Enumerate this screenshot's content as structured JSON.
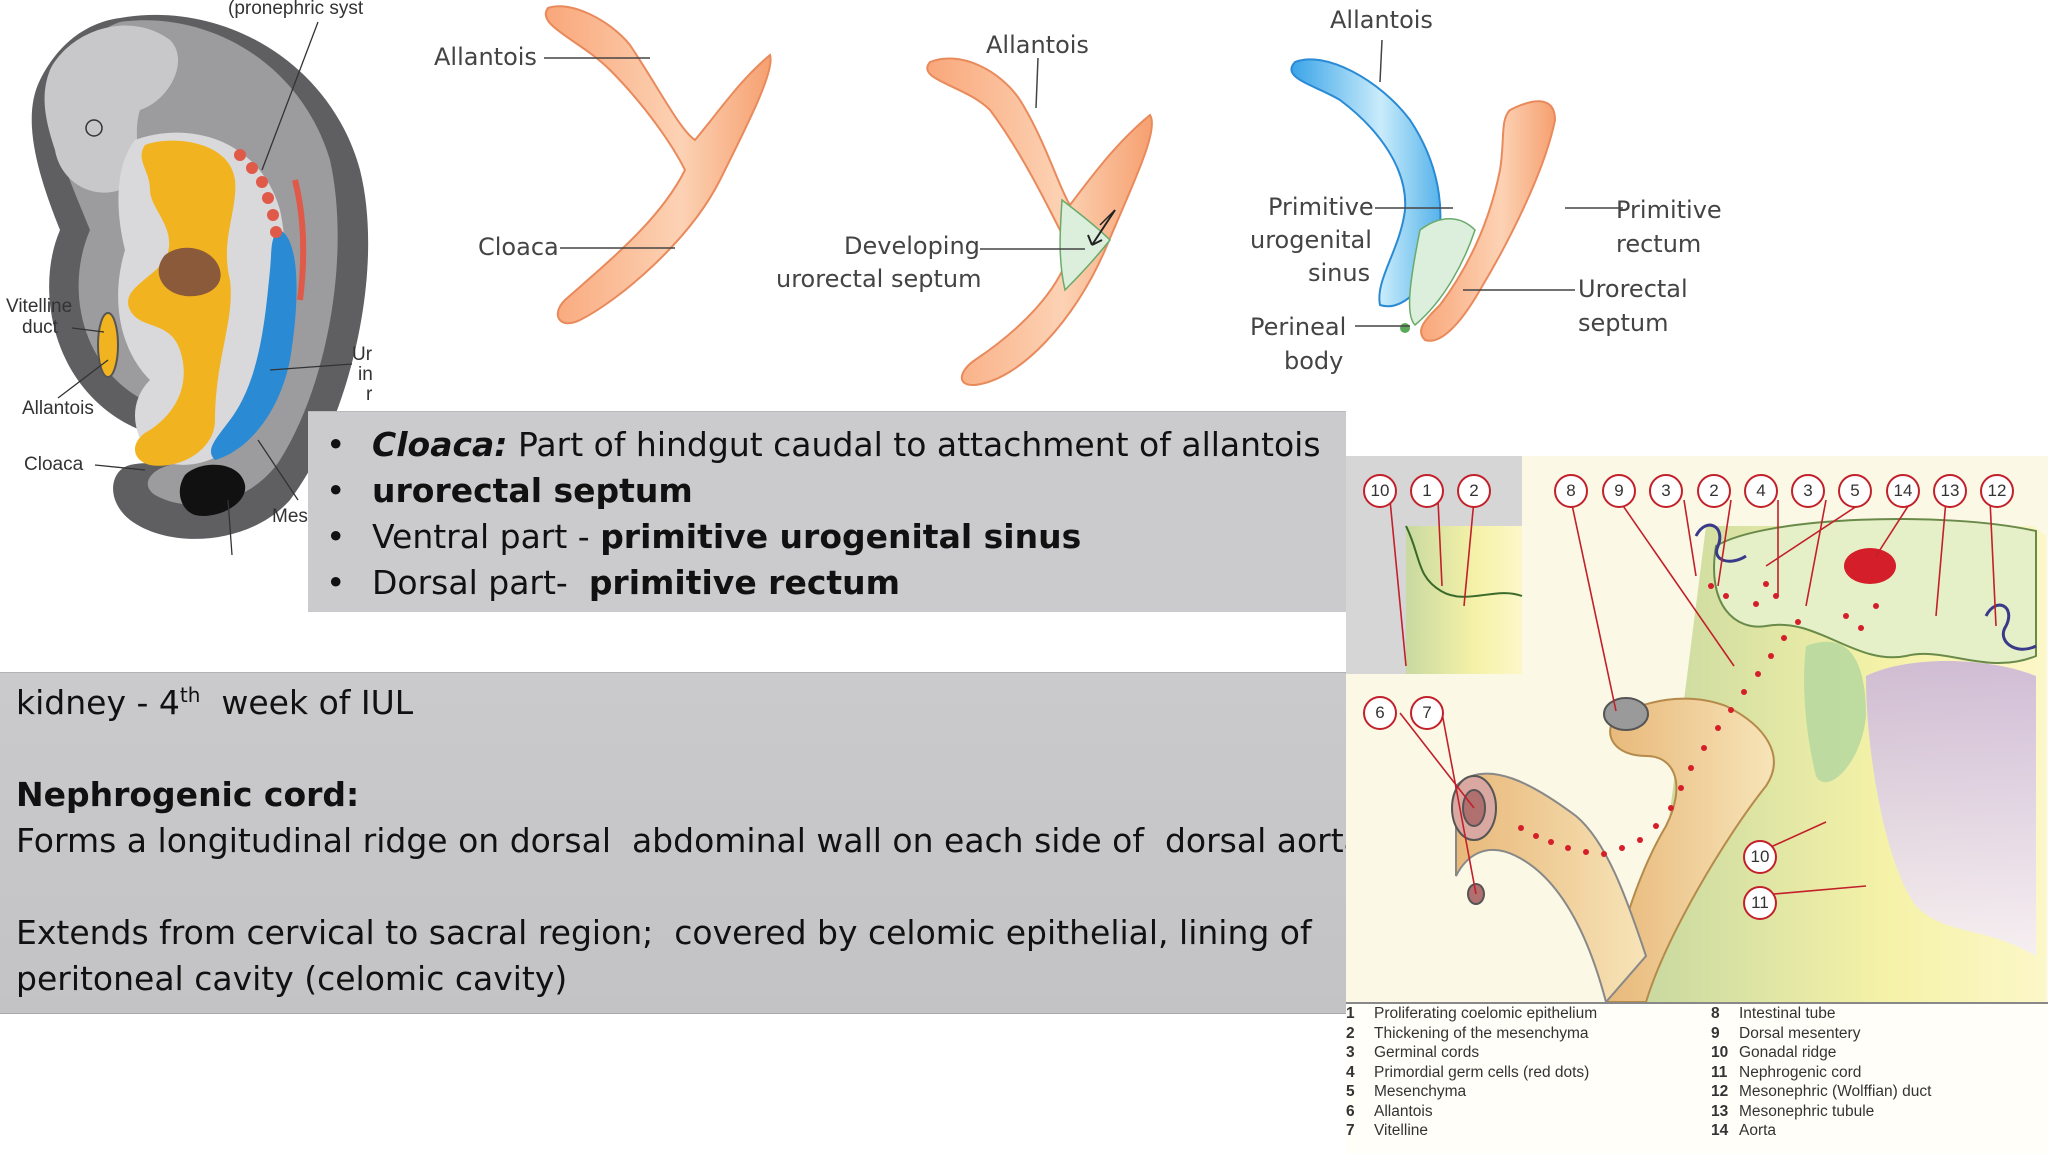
{
  "bullets": {
    "item1": {
      "label": "Cloaca:",
      "text": " Part of hindgut caudal to attachment of allantois"
    },
    "item2": {
      "text": "urorectal septum"
    },
    "item3": {
      "prefix": "Ventral part - ",
      "bold": "primitive urogenital sinus"
    },
    "item4": {
      "prefix": "Dorsal part-  ",
      "bold": "primitive rectum"
    }
  },
  "kidney_text": {
    "line1_pre": "kidney - 4",
    "line1_sup": "th",
    "line1_post": "  week of IUL",
    "heading": "Nephrogenic cord:",
    "line3": "Forms a longitudinal ridge on dorsal  abdominal wall on each side of  dorsal aorta",
    "line4": "Extends from cervical to sacral region;  covered by celomic epithelial, lining of",
    "line5": "peritoneal cavity (celomic cavity)"
  },
  "embryo_diagram": {
    "label_pronephric": "(pronephric syst",
    "label_vitelline_1": "Vitelline",
    "label_vitelline_2": "duct",
    "label_allantois": "Allantois",
    "label_cloaca": "Cloaca",
    "label_ur_1": "Ur",
    "label_ur_2": "in",
    "label_ur_3": "r",
    "label_mes": "Mes"
  },
  "cloaca_diagram": {
    "allantois_1": "Allantois",
    "cloaca": "Cloaca",
    "allantois_2": "Allantois",
    "developing_1": "Developing",
    "developing_2": "urorectal septum",
    "allantois_3": "Allantois",
    "pus_1": "Primitive",
    "pus_2": "urogenital",
    "pus_3": "sinus",
    "pr_1": "Primitive",
    "pr_2": "rectum",
    "us_1": "Urorectal",
    "us_2": "septum",
    "pb_1": "Perineal",
    "pb_2": "body"
  },
  "gonad_diagram": {
    "markers": [
      "10",
      "1",
      "2",
      "8",
      "9",
      "3",
      "2",
      "4",
      "3",
      "5",
      "14",
      "13",
      "12",
      "6",
      "7",
      "10",
      "11"
    ]
  },
  "legend": {
    "left": [
      {
        "num": "1",
        "text": "Proliferating coelomic epithelium"
      },
      {
        "num": "2",
        "text": "Thickening of the mesenchyma"
      },
      {
        "num": "3",
        "text": "Germinal cords"
      },
      {
        "num": "4",
        "text": "Primordial germ cells (red dots)"
      },
      {
        "num": "5",
        "text": "Mesenchyma"
      },
      {
        "num": "6",
        "text": "Allantois"
      },
      {
        "num": "7",
        "text": "Vitelline"
      }
    ],
    "right": [
      {
        "num": "8",
        "text": "Intestinal tube"
      },
      {
        "num": "9",
        "text": "Dorsal mesentery"
      },
      {
        "num": "10",
        "text": "Gonadal ridge"
      },
      {
        "num": "11",
        "text": "Nephrogenic cord"
      },
      {
        "num": "12",
        "text": "Mesonephric (Wolffian) duct"
      },
      {
        "num": "13",
        "text": "Mesonephric tubule"
      },
      {
        "num": "14",
        "text": "Aorta"
      }
    ]
  }
}
